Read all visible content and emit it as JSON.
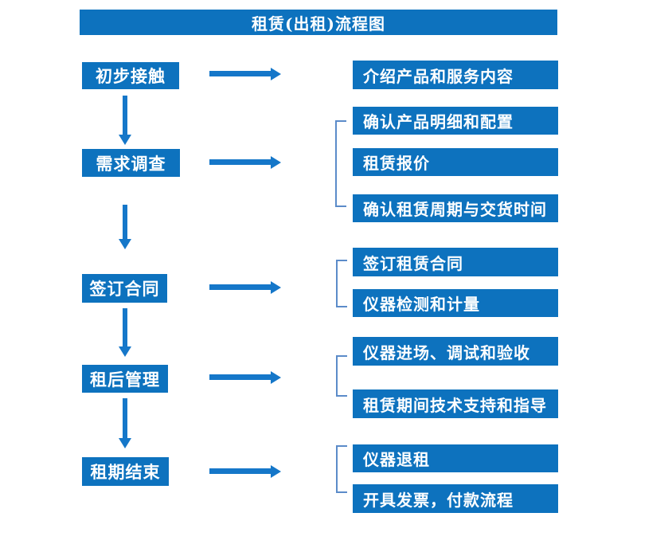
{
  "title": "租赁(出租)流程图",
  "colors": {
    "box_blue": "#0D72BE",
    "arrow_blue": "#1577C9",
    "bracket_blue": "#5B8BC9",
    "text_white": "#FFFFFF"
  },
  "steps": [
    {
      "label": "初步接触",
      "details": [
        "介绍产品和服务内容"
      ]
    },
    {
      "label": "需求调查",
      "details": [
        "确认产品明细和配置",
        "租赁报价",
        "确认租赁周期与交货时间"
      ]
    },
    {
      "label": "签订合同",
      "details": [
        "签订租赁合同",
        "仪器检测和计量"
      ]
    },
    {
      "label": "租后管理",
      "details": [
        "仪器进场、调试和验收",
        "租赁期间技术支持和指导"
      ]
    },
    {
      "label": "租期结束",
      "details": [
        "仪器退租",
        "开具发票，付款流程"
      ]
    }
  ]
}
